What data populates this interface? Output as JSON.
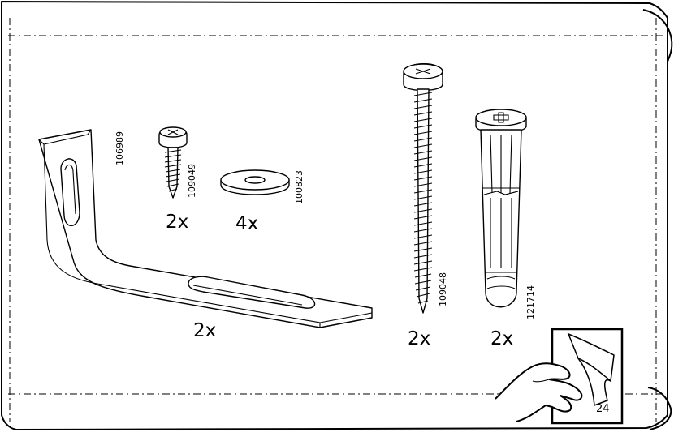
{
  "parts": [
    {
      "id": "bracket",
      "code": "106989",
      "qty": "2x"
    },
    {
      "id": "small-screw",
      "code": "109049",
      "qty": "2x"
    },
    {
      "id": "washer",
      "code": "100823",
      "qty": "4x"
    },
    {
      "id": "long-screw",
      "code": "109048",
      "qty": "2x"
    },
    {
      "id": "wall-plug",
      "code": "121714",
      "qty": "2x"
    }
  ],
  "page_number": "24"
}
